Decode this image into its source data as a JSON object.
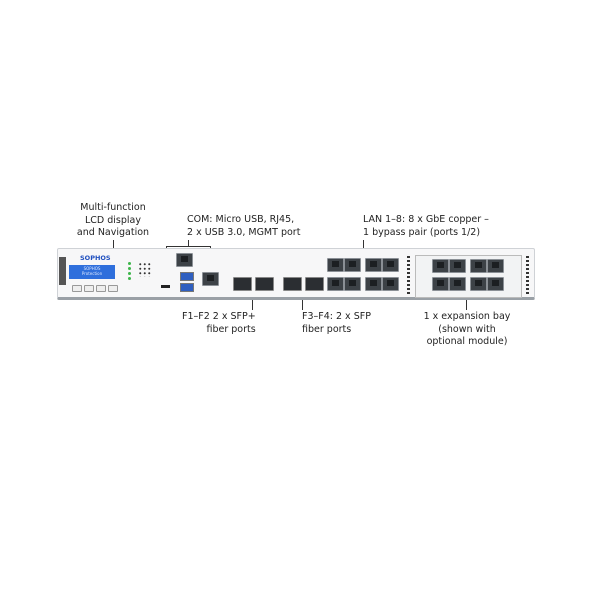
{
  "callouts": {
    "lcd": [
      "Multi-function",
      "LCD display",
      "and Navigation"
    ],
    "com": [
      "COM: Micro USB, RJ45,",
      "2 x USB 3.0, MGMT port"
    ],
    "lan": [
      "LAN 1–8: 8 x GbE copper –",
      "1 bypass pair (ports 1/2)"
    ],
    "sfp_plus": [
      "F1–F2 2 x SFP+",
      "fiber ports"
    ],
    "sfp": [
      "F3–F4: 2 x SFP",
      "fiber ports"
    ],
    "expansion": [
      "1 x expansion bay",
      "(shown with",
      "optional module)"
    ]
  },
  "device": {
    "logo": "SOPHOS",
    "lcd_lines": [
      "SOPHOS",
      "Protection"
    ],
    "colors": {
      "lcd": "#2f6fdc",
      "brand": "#1f4fbf",
      "led": "#3cb54a"
    }
  }
}
